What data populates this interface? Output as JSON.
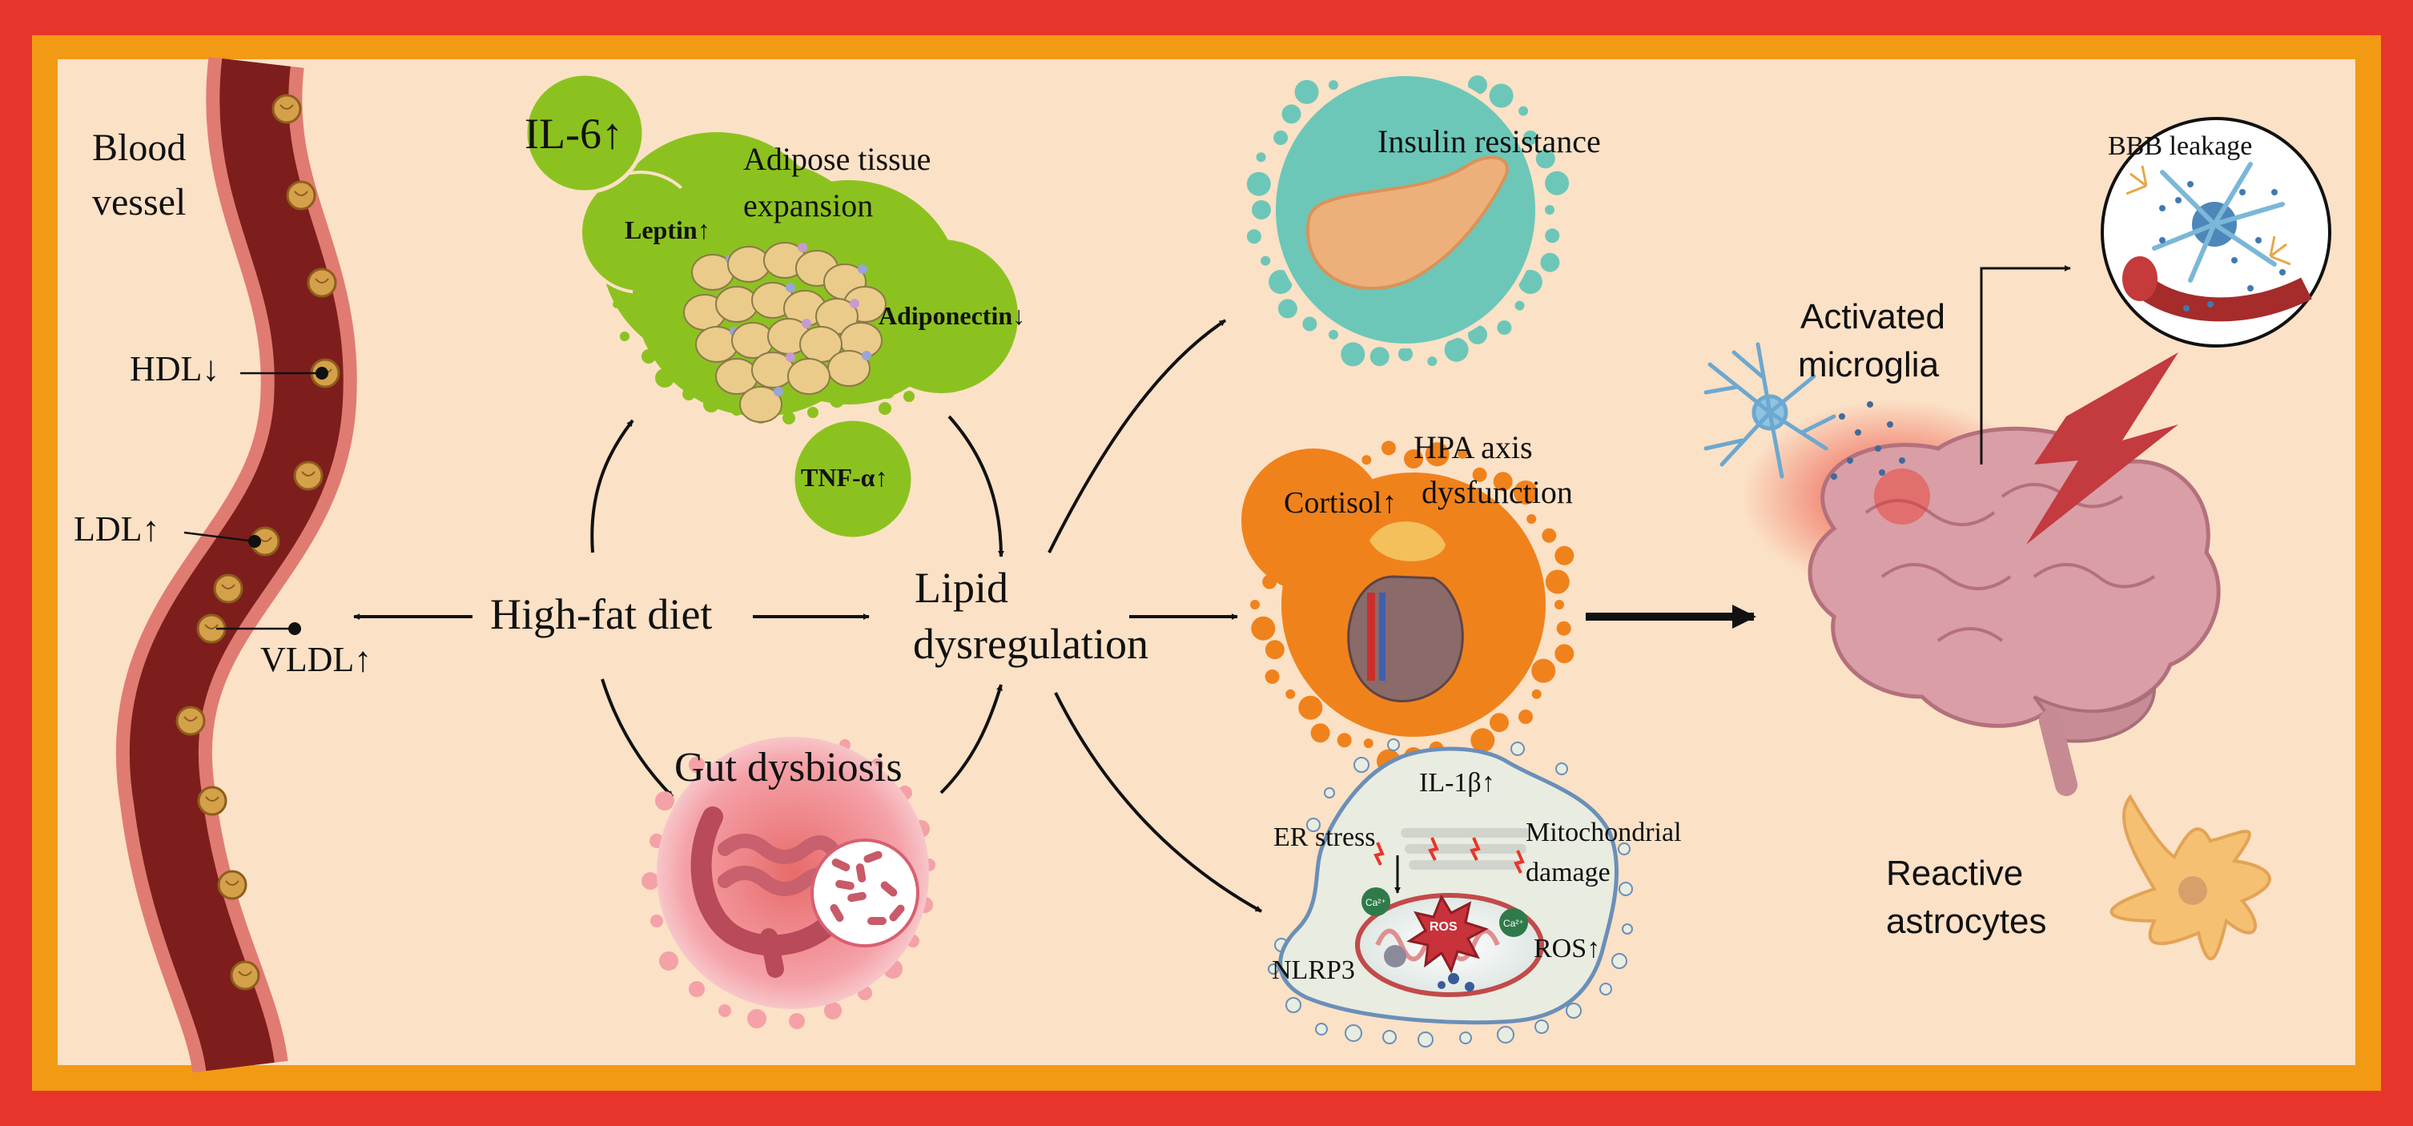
{
  "colors": {
    "outer_border": "#e8352b",
    "inner_border": "#f39a14",
    "background": "#fbe1c6",
    "vessel": "#7d1e1c",
    "vessel_wall": "#e07b72",
    "adipose_green": "#8cc21f",
    "cortisol_orange": "#f0821c",
    "insulin_teal": "#6cc7b9",
    "gut_pink": "#f3a0ab"
  },
  "vessel": {
    "title_line1": "Blood",
    "title_line2": "vessel",
    "hdl": "HDL↓",
    "ldl": "LDL↑",
    "vldl": "VLDL↑"
  },
  "diet": {
    "label": "High-fat diet"
  },
  "adipose": {
    "il6": "IL-6↑",
    "title_line1": "Adipose tissue",
    "title_line2": "expansion",
    "leptin": "Leptin↑",
    "adiponectin": "Adiponectin↓",
    "tnf": "TNF-α↑"
  },
  "gut": {
    "label": "Gut dysbiosis"
  },
  "lipid": {
    "line1": "Lipid",
    "line2": "dysregulation"
  },
  "insulin": {
    "label": "Insulin resistance"
  },
  "hpa": {
    "line1": "HPA axis",
    "line2": "dysfunction",
    "cortisol": "Cortisol↑"
  },
  "cell_stress": {
    "il1b": "IL-1β↑",
    "er_stress": "ER stress",
    "mito_line1": "Mitochondrial",
    "mito_line2": "damage",
    "ros_up": "ROS↑",
    "nlrp3": "NLRP3",
    "ros_burst": "ROS",
    "ca_left": "Ca²⁺",
    "ca_right": "Ca²⁺"
  },
  "brain": {
    "bbb": "BBB leakage",
    "microglia_line1": "Activated",
    "microglia_line2": "microglia",
    "astro_line1": "Reactive",
    "astro_line2": "astrocytes"
  }
}
